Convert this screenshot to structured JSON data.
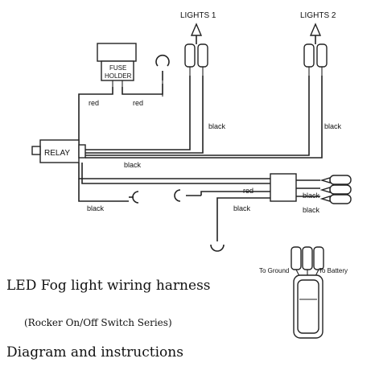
{
  "diagram": {
    "lights1": "LIGHTS 1",
    "lights2": "LIGHTS 2",
    "fuse_holder_line1": "FUSE",
    "fuse_holder_line2": "HOLDER",
    "relay": "RELAY",
    "wire_labels": {
      "red_fuse_left": "red",
      "red_fuse_right": "red",
      "black_lights1": "black",
      "black_lights2": "black",
      "black_relay": "black",
      "red_switch": "red",
      "black_switch_upper": "black",
      "black_switch_mid": "black",
      "black_switch_lower": "black",
      "black_ground": "black"
    },
    "to_ground": "To Ground",
    "to_battery": "To Battery"
  },
  "captions": {
    "title": "LED Fog light wiring harness",
    "subtitle": "(Rocker On/Off Switch Series)",
    "diagram_line": "Diagram and instructions"
  }
}
